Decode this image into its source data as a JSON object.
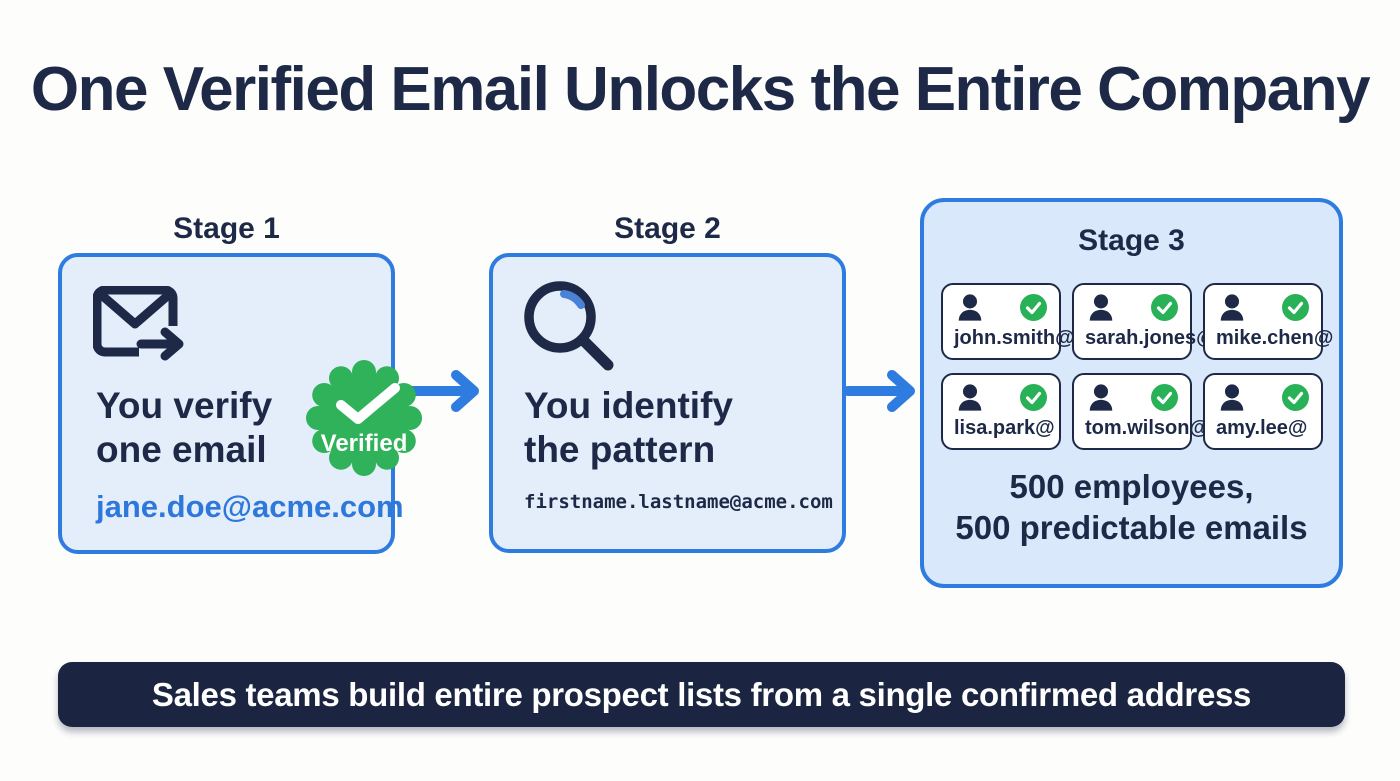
{
  "title": "One Verified Email Unlocks the Entire Company",
  "stage1": {
    "label": "Stage 1",
    "heading": "You verify\none email",
    "email": "jane.doe@acme.com",
    "badge_label": "Verified",
    "icon": "email-send-icon"
  },
  "stage2": {
    "label": "Stage 2",
    "heading": "You identify\nthe pattern",
    "pattern": "firstname.lastname@acme.com",
    "icon": "search-icon"
  },
  "stage3": {
    "label": "Stage 3",
    "cards": [
      {
        "email": "john.smith@"
      },
      {
        "email": "sarah.jones@"
      },
      {
        "email": "mike.chen@"
      },
      {
        "email": "lisa.park@"
      },
      {
        "email": "tom.wilson@"
      },
      {
        "email": "amy.lee@"
      }
    ],
    "summary": "500 employees,\n500 predictable emails"
  },
  "banner": {
    "text": "Sales teams build entire prospect lists from a single confirmed address"
  },
  "colors": {
    "accent_blue": "#2e7ce0",
    "navy": "#1d2947",
    "stage_fill": "#e4eefb",
    "stage3_fill": "#d9e8fa",
    "badge_green": "#2fb259",
    "check_green": "#29b157",
    "email_blue": "#2e78dc",
    "banner_bg": "#1b2441",
    "arrow_blue": "#2e7ce0"
  }
}
